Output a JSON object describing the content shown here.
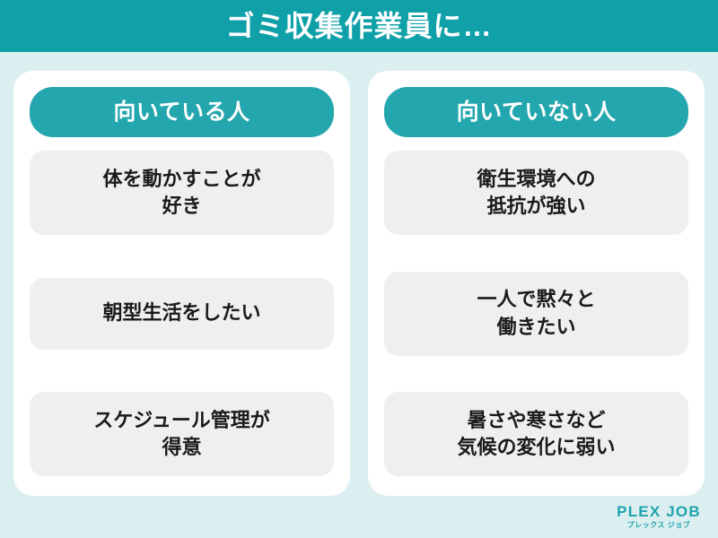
{
  "theme": {
    "banner_bg": "#0fa0a8",
    "page_bg": "#dceff0",
    "card_bg": "#ffffff",
    "card_header_bg": "#23a6ad",
    "item_bg": "#efefef",
    "item_text": "#1a1a1a",
    "logo_color": "#1fa3ad"
  },
  "banner": {
    "title": "ゴミ収集作業員に…"
  },
  "columns": [
    {
      "header": "向いている人",
      "items": [
        {
          "label": "体を動かすことが\n好き",
          "lines": 2
        },
        {
          "label": "朝型生活をしたい",
          "lines": 1
        },
        {
          "label": "スケジュール管理が\n得意",
          "lines": 2
        }
      ]
    },
    {
      "header": "向いていない人",
      "items": [
        {
          "label": "衛生環境への\n抵抗が強い",
          "lines": 2
        },
        {
          "label": "一人で黙々と\n働きたい",
          "lines": 2
        },
        {
          "label": "暑さや寒さなど\n気候の変化に弱い",
          "lines": 2
        }
      ]
    }
  ],
  "logo": {
    "main": "PLEX JOB",
    "sub": "プレックス ジョブ"
  }
}
